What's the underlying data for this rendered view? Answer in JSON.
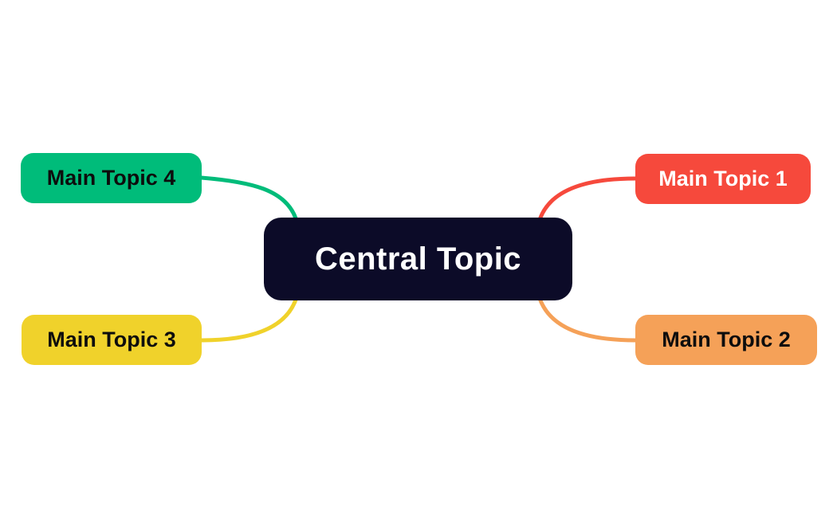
{
  "canvas": {
    "background": "#ffffff"
  },
  "central": {
    "label": "Central Topic",
    "color": "#0c0b28",
    "text_color": "#ffffff"
  },
  "topics": [
    {
      "id": 1,
      "label": "Main Topic 1",
      "position": "top-right",
      "color": "#f6493c",
      "text_color": "#ffffff"
    },
    {
      "id": 2,
      "label": "Main Topic 2",
      "position": "bottom-right",
      "color": "#f5a158",
      "text_color": "#0d0d0d"
    },
    {
      "id": 3,
      "label": "Main Topic 3",
      "position": "bottom-left",
      "color": "#f0d22b",
      "text_color": "#0d0d0d"
    },
    {
      "id": 4,
      "label": "Main Topic 4",
      "position": "top-left",
      "color": "#00bc7a",
      "text_color": "#0d0d0d"
    }
  ]
}
